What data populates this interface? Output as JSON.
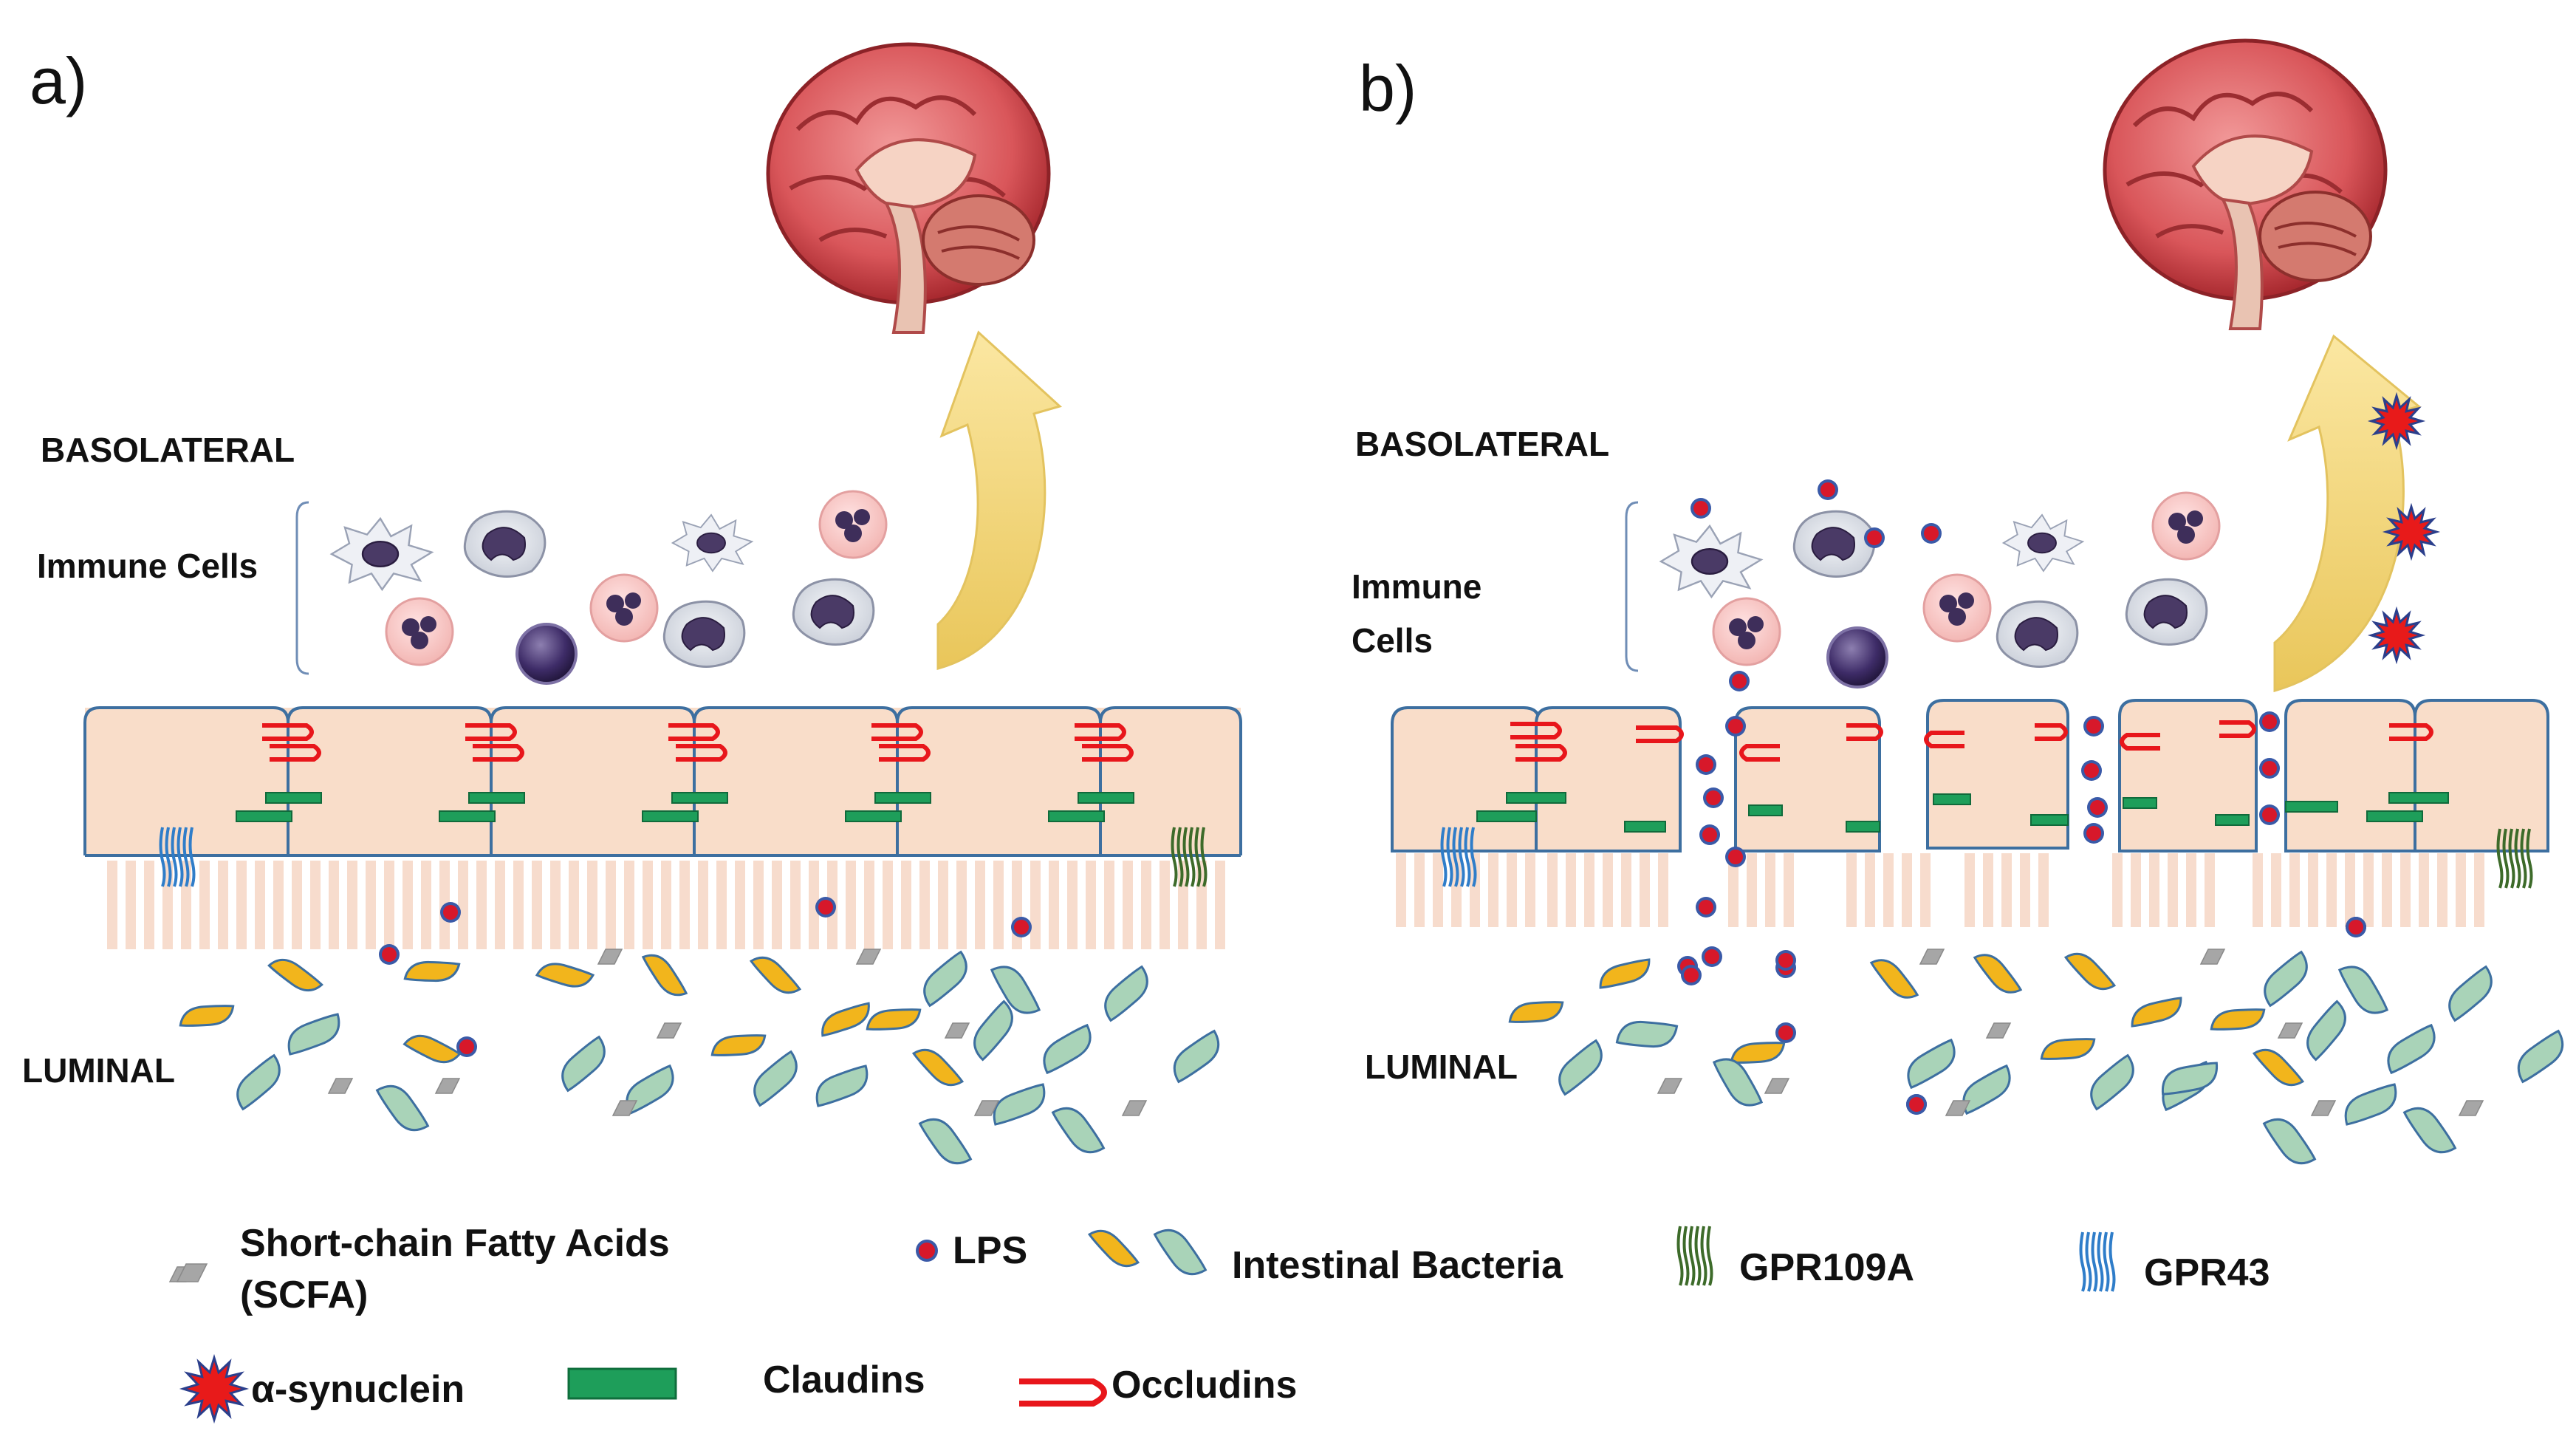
{
  "panels": [
    {
      "letter": "a)",
      "basolateral": "BASOLATERAL",
      "immune_label": [
        "Immune Cells"
      ],
      "luminal": "LUMINAL"
    },
    {
      "letter": "b)",
      "basolateral": "BASOLATERAL",
      "immune_label": [
        "Immune",
        "Cells"
      ],
      "luminal": "LUMINAL"
    }
  ],
  "legend": {
    "scfa": [
      "Short-chain Fatty Acids",
      "(SCFA)"
    ],
    "lps": "LPS",
    "bacteria": "Intestinal Bacteria",
    "gpr109a": "GPR109A",
    "gpr43": "GPR43",
    "synuclein": "α-synuclein",
    "claudins": "Claudins",
    "occludins": "Occludins"
  },
  "colors": {
    "cell_fill": "#f9ddc9",
    "cell_border": "#3d6fa0",
    "claudin": "#1e9e5a",
    "occludin": "#e8161b",
    "lps": "#d7182a",
    "lps_ring": "#3a5aa8",
    "bacteria_yellow": "#f2b51c",
    "bacteria_green": "#a9d3b8",
    "bacteria_border": "#3d6fa0",
    "synuclein": "#e81a1a",
    "arrow": "#f6d97a",
    "gpr109a": "#3d6b2a",
    "gpr43": "#2f7dc9",
    "microvilli": "#f7dccd",
    "scfa": "#a6a6a6"
  }
}
